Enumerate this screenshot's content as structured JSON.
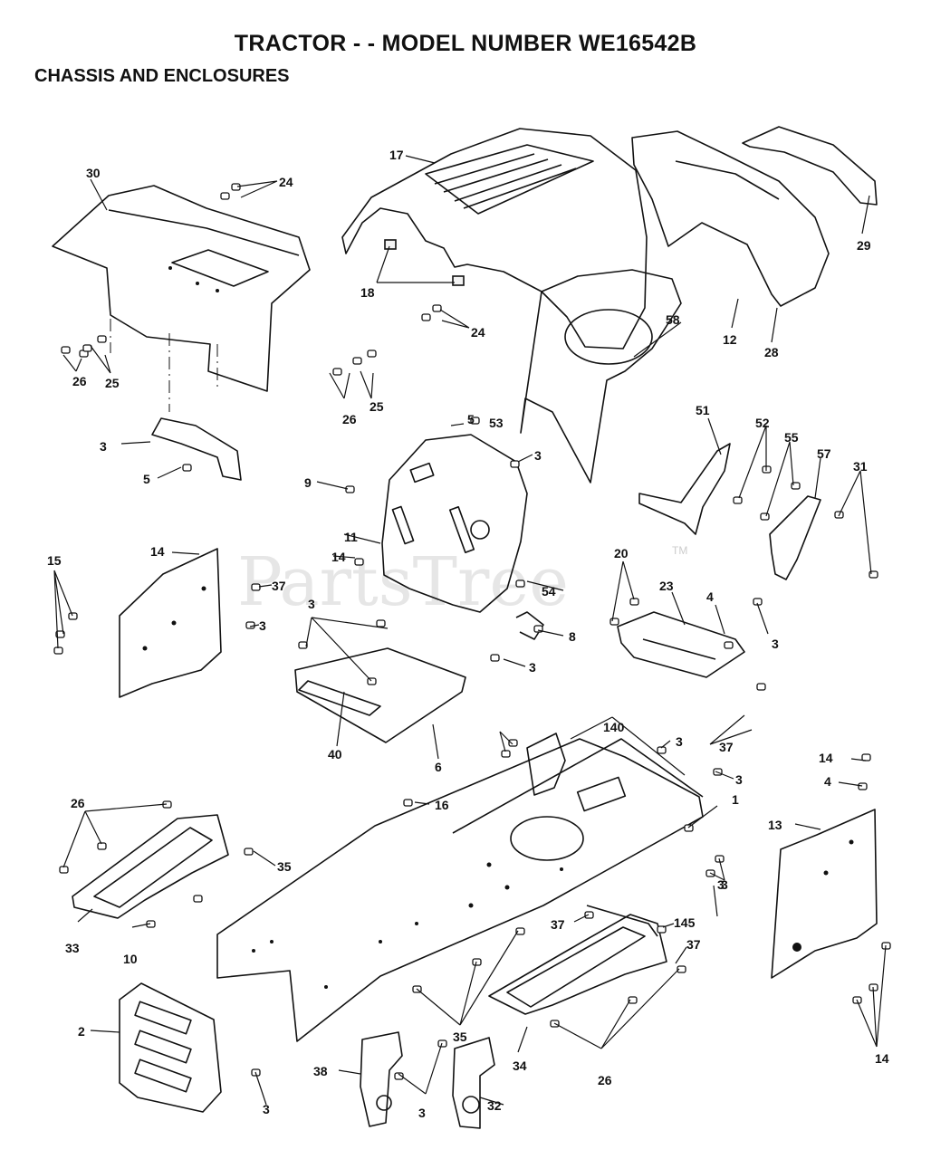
{
  "title": "TRACTOR - - MODEL NUMBER WE16542B",
  "section": "CHASSIS AND ENCLOSURES",
  "watermark": "PartsTree",
  "watermark_tm": "TM",
  "callouts": [
    "30",
    "24",
    "17",
    "29",
    "18",
    "24",
    "12",
    "28",
    "58",
    "26",
    "25",
    "26",
    "25",
    "5",
    "53",
    "51",
    "52",
    "55",
    "57",
    "31",
    "3",
    "5",
    "3",
    "9",
    "11",
    "14",
    "15",
    "14",
    "37",
    "20",
    "23",
    "4",
    "3",
    "54",
    "3",
    "8",
    "3",
    "37",
    "3",
    "40",
    "6",
    "140",
    "3",
    "3",
    "14",
    "4",
    "3",
    "26",
    "16",
    "1",
    "13",
    "35",
    "33",
    "10",
    "37",
    "145",
    "37",
    "3",
    "2",
    "35",
    "34",
    "26",
    "14",
    "38",
    "3",
    "3",
    "32"
  ]
}
